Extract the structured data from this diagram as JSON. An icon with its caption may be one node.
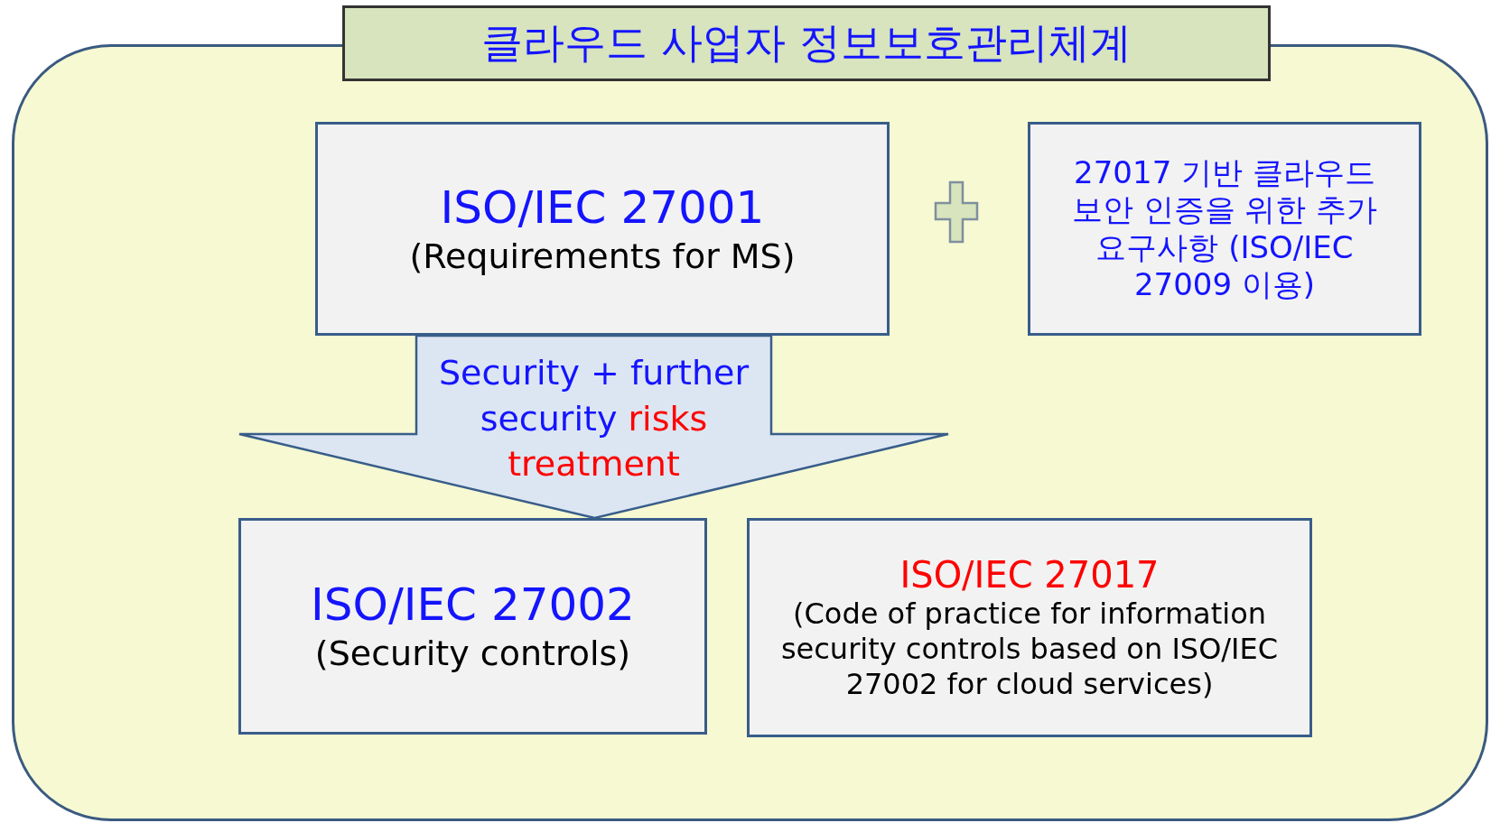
{
  "diagram": {
    "nodes": [
      {
        "text": [
          "클라우드 사업자 정보보호관리체계"
        ]
      },
      {
        "text": [
          "ISO/IEC 27001",
          "(Requirements for MS)"
        ],
        "in": 0
      },
      {
        "text": [
          "27017 기반 클라우드 보안 인증을 위한 추가 요구사항 (ISO/IEC 27009 이용)"
        ],
        "in": 0
      },
      {
        "text": [
          "ISO/IEC 27002",
          "(Security controls)"
        ],
        "in": 0
      },
      {
        "text": [
          "ISO/IEC 27017",
          "(Code of practice for information security controls based on ISO/IEC 27002 for cloud services)"
        ],
        "in": 0
      }
    ],
    "edges": [
      {
        "from": 1,
        "to": 3,
        "arrow": "to",
        "label": "Security + further security **risks treatment**"
      }
    ]
  }
}
